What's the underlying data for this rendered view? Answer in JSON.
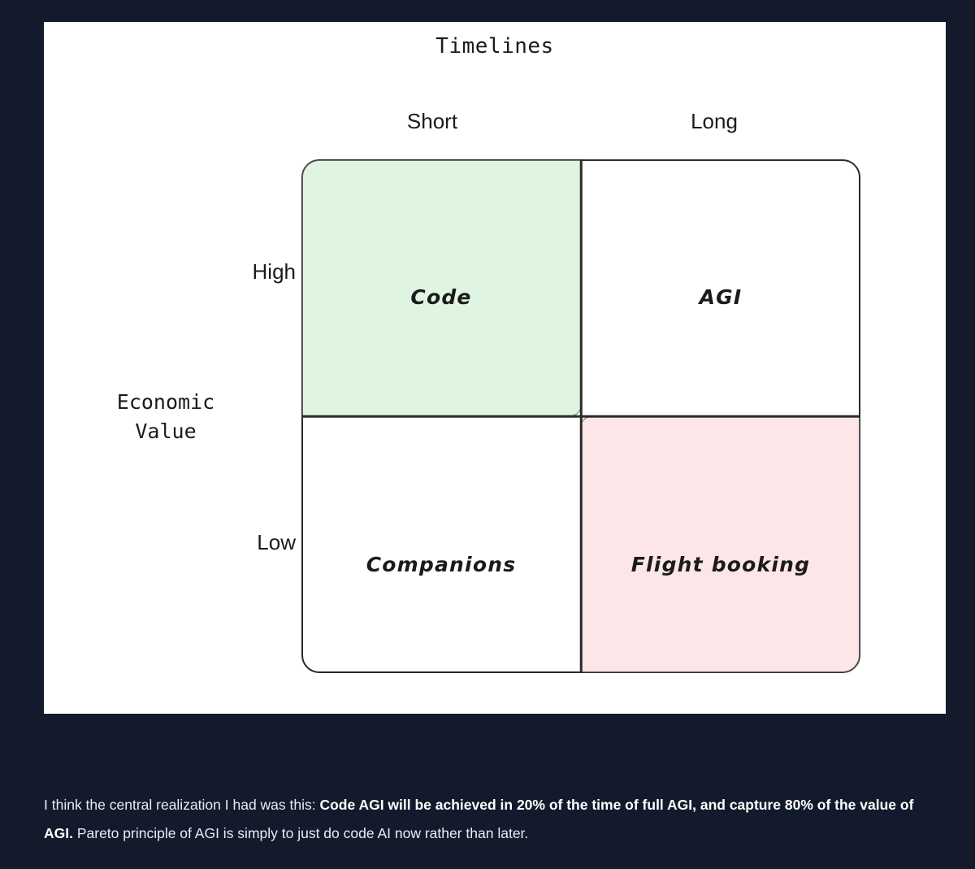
{
  "background_color": "#131a2b",
  "figure": {
    "card_background": "#ffffff",
    "title": "Timelines",
    "x_axis": {
      "title": "Timelines",
      "categories": [
        "Short",
        "Long"
      ]
    },
    "y_axis": {
      "title_line1": "Economic",
      "title_line2": "Value",
      "categories": [
        "High",
        "Low"
      ]
    },
    "quadrants": {
      "top_left": {
        "label": "Code",
        "fill": "#dff5e2",
        "highlighted": "true"
      },
      "top_right": {
        "label": "AGI",
        "fill": "#ffffff",
        "highlighted": "false"
      },
      "bottom_left": {
        "label": "Companions",
        "fill": "#ffffff",
        "highlighted": "false"
      },
      "bottom_right": {
        "label": "Flight booking",
        "fill": "#fde6e7",
        "highlighted": "true"
      }
    },
    "stroke_color": "#2a2a2a"
  },
  "caption": {
    "lead": "I think the central realization I had was this: ",
    "bold": "Code AGI will be achieved in 20% of the time of full AGI, and capture 80% of the value of AGI.",
    "tail": " Pareto principle of AGI is simply to just do code AI now rather than later.",
    "text_color": "#e9ecf3"
  },
  "chart_data": {
    "type": "table",
    "title": "Timelines",
    "xlabel": "Timelines",
    "ylabel": "Economic Value",
    "x_categories": [
      "Short",
      "Long"
    ],
    "y_categories": [
      "High",
      "Low"
    ],
    "cells": [
      {
        "x": "Short",
        "y": "High",
        "label": "Code",
        "fill": "#dff5e2"
      },
      {
        "x": "Long",
        "y": "High",
        "label": "AGI",
        "fill": "#ffffff"
      },
      {
        "x": "Short",
        "y": "Low",
        "label": "Companions",
        "fill": "#ffffff"
      },
      {
        "x": "Long",
        "y": "Low",
        "label": "Flight booking",
        "fill": "#fde6e7"
      }
    ],
    "grid": "true",
    "legend": "none"
  }
}
